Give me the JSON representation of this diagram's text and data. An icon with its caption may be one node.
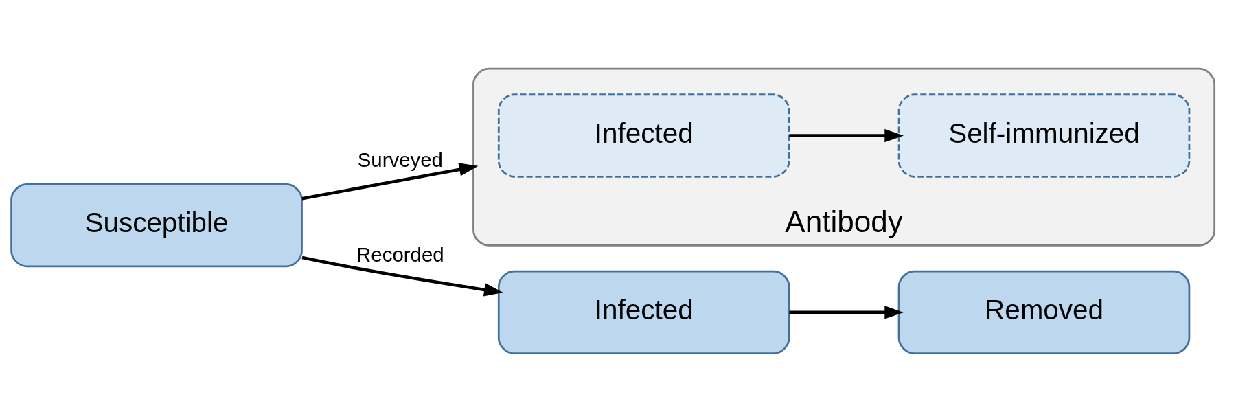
{
  "diagram": {
    "nodes": [
      {
        "text": [
          "Susceptible"
        ]
      },
      {
        "text": [
          "Infected"
        ]
      },
      {
        "text": [
          "Removed"
        ]
      },
      {
        "text": [
          "Antibody"
        ]
      },
      {
        "text": [
          "Infected"
        ],
        "in": 3
      },
      {
        "text": [
          "Self-immunized"
        ],
        "in": 3
      }
    ],
    "edges": [
      {
        "from": 0,
        "to": 1,
        "arrow": "to",
        "label": "Recorded"
      },
      {
        "from": 0,
        "to": 3,
        "arrow": "to",
        "label": "Surveyed"
      },
      {
        "from": 1,
        "to": 2,
        "arrow": "to"
      },
      {
        "from": 4,
        "to": 5,
        "arrow": "to"
      }
    ]
  }
}
